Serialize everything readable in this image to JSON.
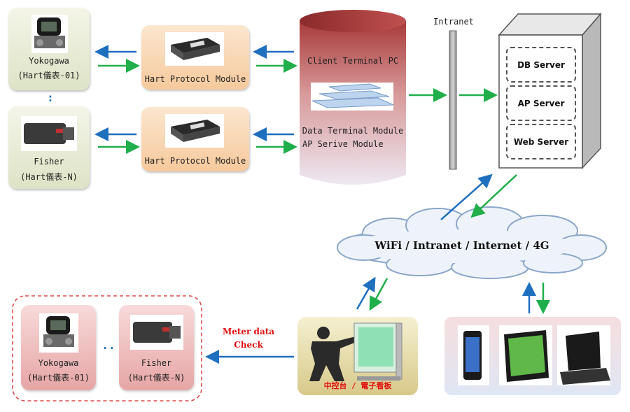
{
  "devices": {
    "yokogawa": {
      "name": "Yokogawa",
      "tag": "(Hart儀表-01)"
    },
    "separator_vertical": ":",
    "fisher": {
      "name": "Fisher",
      "tag": "(Hart儀表-N)"
    }
  },
  "modules": {
    "hart_1": "Hart Protocol Module",
    "hart_2": "Hart Protocol Module"
  },
  "client_pc": {
    "title": "Client Terminal PC",
    "line1": "Data Terminal Module",
    "line2": "AP Serive Module"
  },
  "intranet_label": "Intranet",
  "servers": [
    "DB Server",
    "AP Server",
    "Web Server"
  ],
  "cloud_label": "WiFi / Intranet / Internet / 4G",
  "meter_check": {
    "line1": "Meter data",
    "line2": "Check"
  },
  "console_label": "中控台 / 電子看板",
  "remote": {
    "yokogawa": {
      "name": "Yokogawa",
      "tag": "(Hart儀表-01)"
    },
    "separator": "..",
    "fisher": {
      "name": "Fisher",
      "tag": "(Hart儀表-N)"
    }
  },
  "colors": {
    "arrow_blue": "#1f6fbf",
    "arrow_green": "#1fae4a",
    "meter_red": "#e01010"
  }
}
